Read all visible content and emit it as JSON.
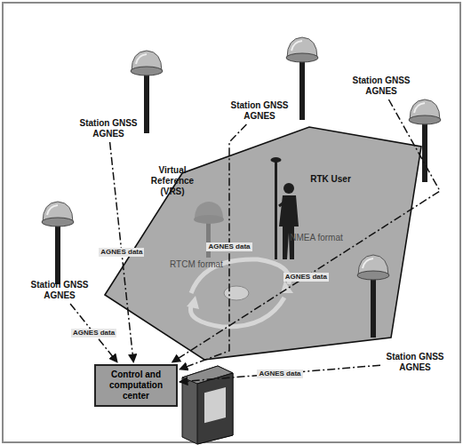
{
  "diagram": {
    "nodes": [
      {
        "text": [
          "Station GNSS AGNES"
        ]
      },
      {
        "text": [
          "Station GNSS AGNES"
        ]
      },
      {
        "text": [
          "Station GNSS AGNES"
        ]
      },
      {
        "text": [
          "Station GNSS AGNES"
        ]
      },
      {
        "text": [
          "Station GNSS AGNES"
        ]
      },
      {
        "text": [
          "Control and computation center"
        ]
      }
    ],
    "edges": [
      {
        "from": 0,
        "to": 5,
        "label": "AGNES data",
        "arrow": "to"
      },
      {
        "from": 1,
        "to": 5,
        "label": "AGNES data",
        "arrow": "to"
      },
      {
        "from": 2,
        "to": 5,
        "label": "AGNES data",
        "arrow": "to"
      },
      {
        "from": 3,
        "to": 5,
        "label": "AGNES data",
        "arrow": "to"
      },
      {
        "from": 4,
        "to": 5,
        "label": "AGNES data",
        "arrow": "to"
      }
    ],
    "labels": [
      "Virtual Reference (VRS)",
      "RTK User",
      "RTCM format",
      "NMEA format"
    ]
  }
}
